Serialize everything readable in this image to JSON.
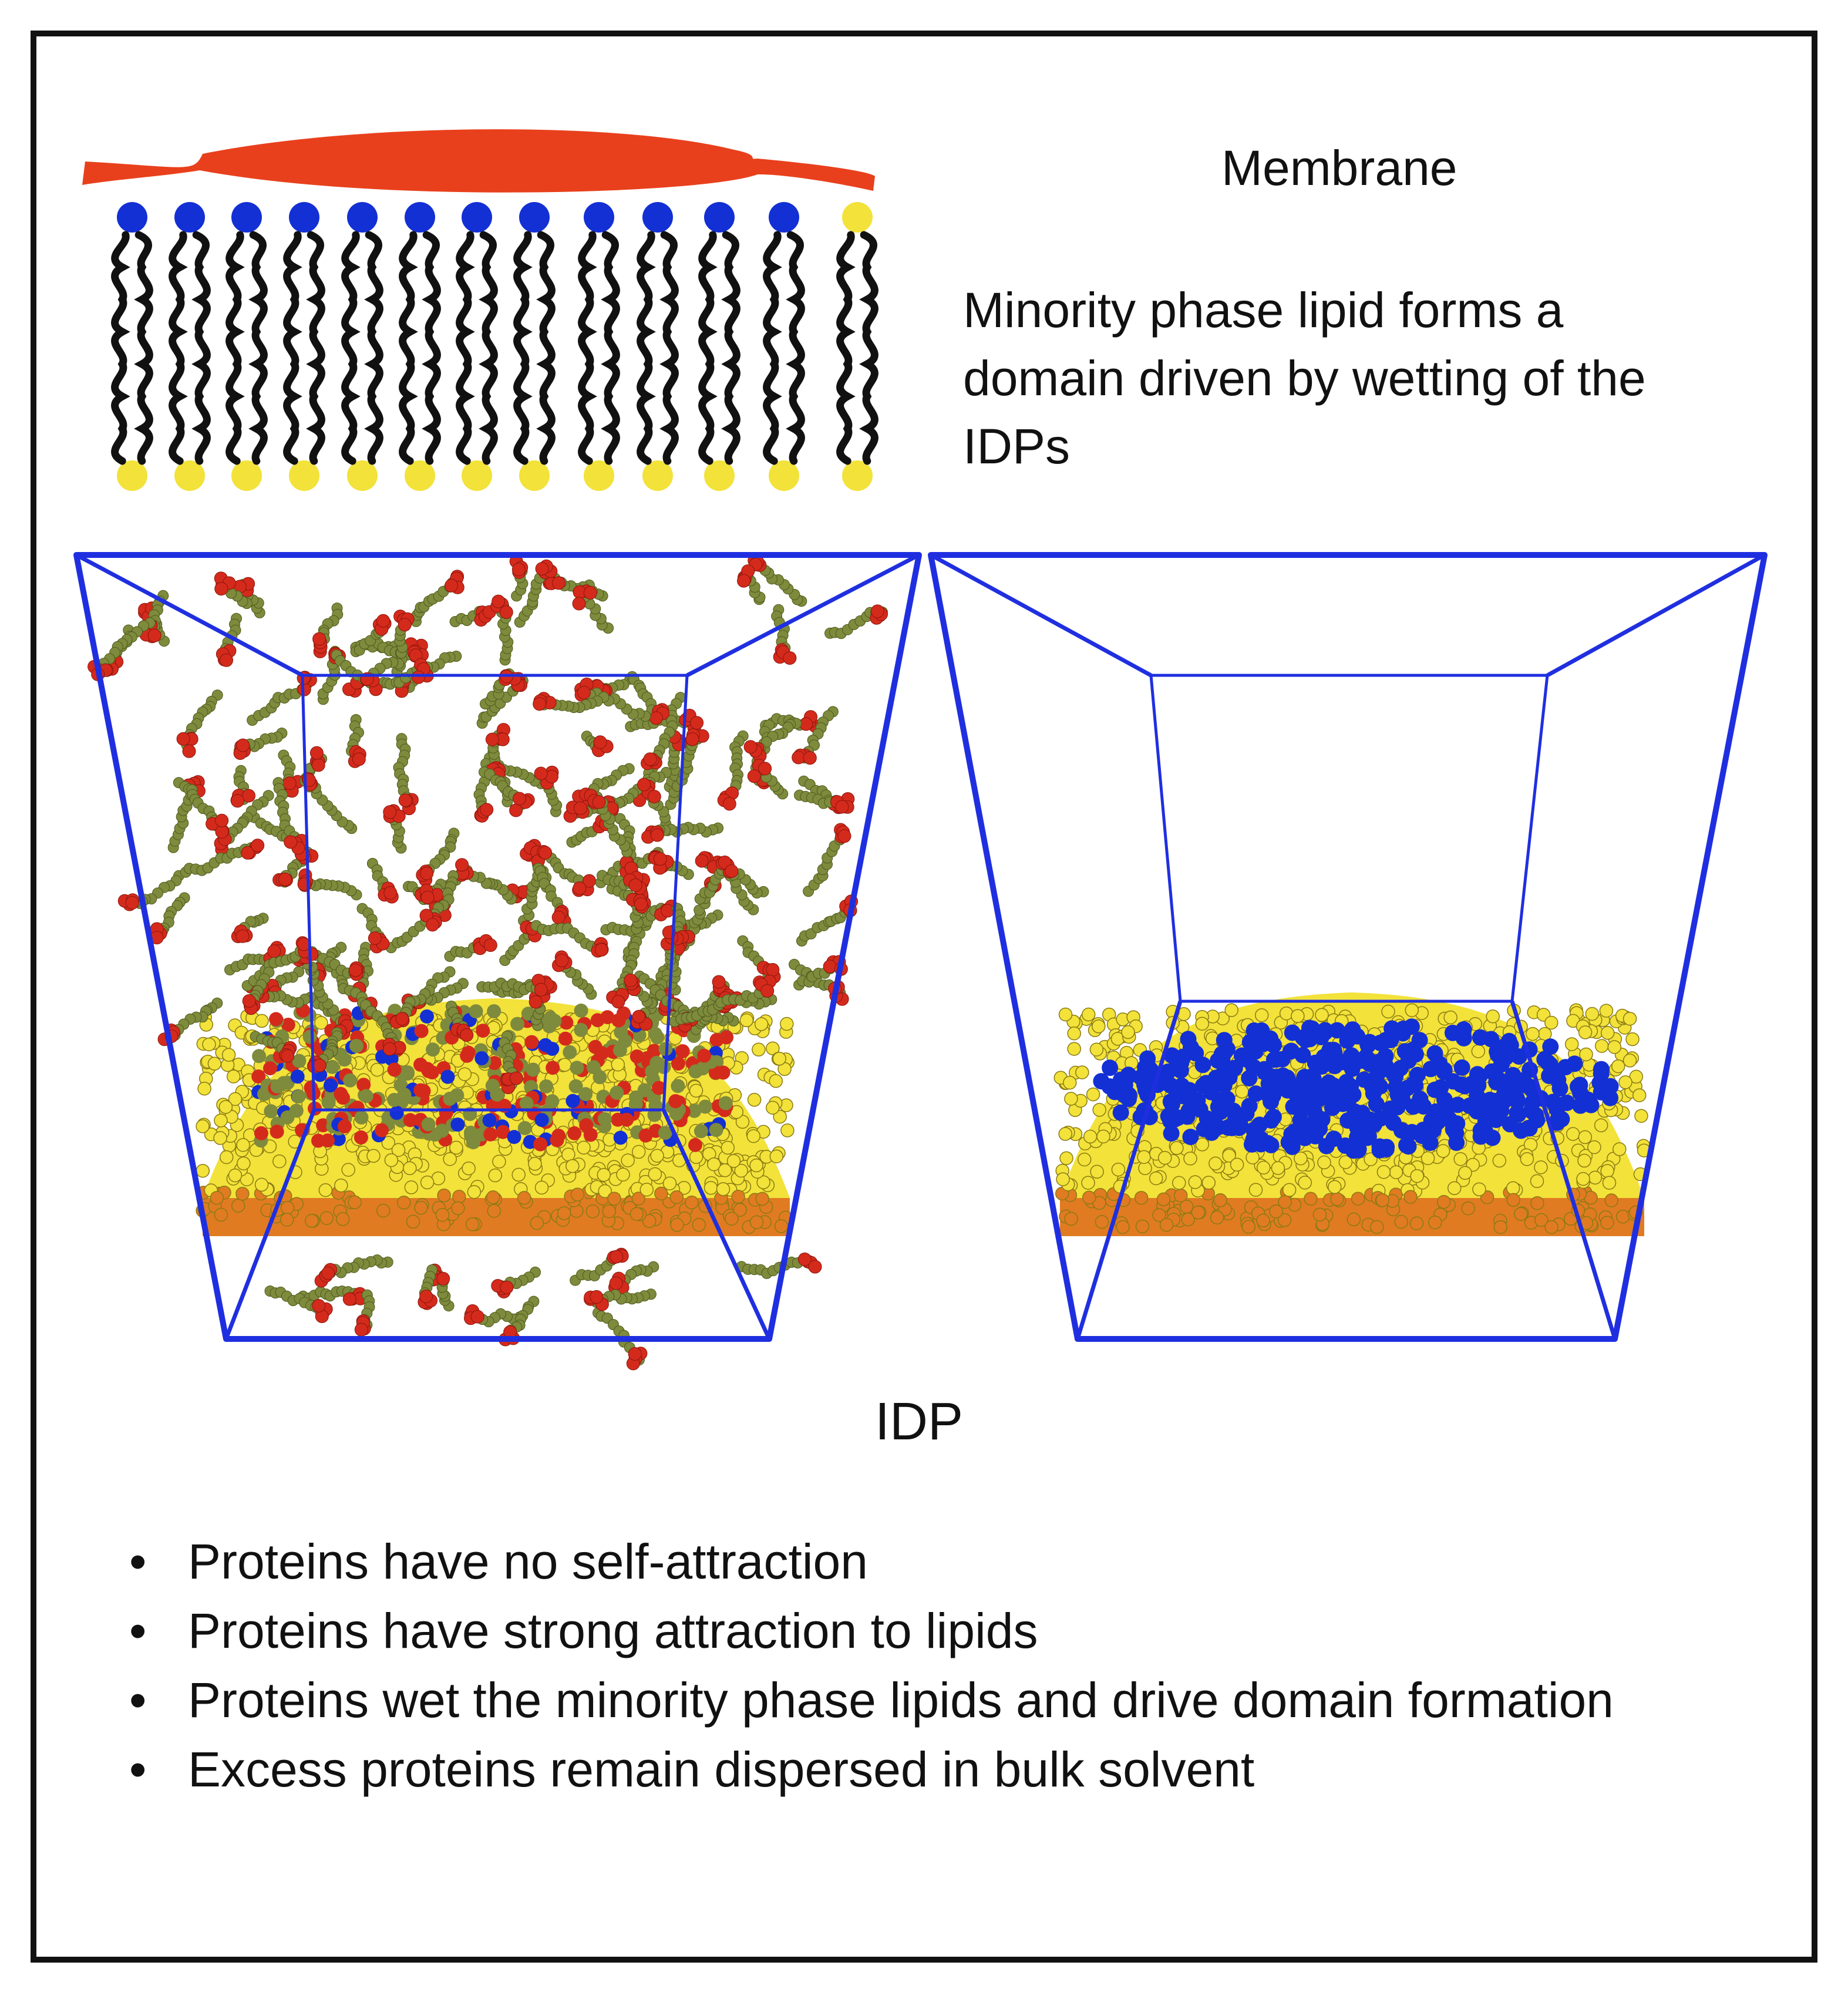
{
  "labels": {
    "membrane": "Membrane",
    "caption": "Minority phase lipid forms a domain driven by wetting of the  IDPs",
    "idp": "IDP"
  },
  "bullets": [
    "Proteins have no self-attraction",
    "Proteins have strong attraction to lipids",
    "Proteins wet the minority phase lipids and drive domain formation",
    "Excess proteins remain dispersed in bulk solvent"
  ],
  "colors": {
    "box_edge": "#1f2fe0",
    "protein_red": "#d42a1c",
    "protein_olive": "#7e8a3c",
    "lipid_head_yellow": "#f2e23a",
    "lipid_tail_orange": "#e07b22",
    "minority_lipid_blue": "#1330d4",
    "idp_blob": "#e8401c",
    "frame": "#111111"
  },
  "icons": [
    "lipid-bilayer-schematic",
    "simulation-box-left",
    "simulation-box-right"
  ]
}
